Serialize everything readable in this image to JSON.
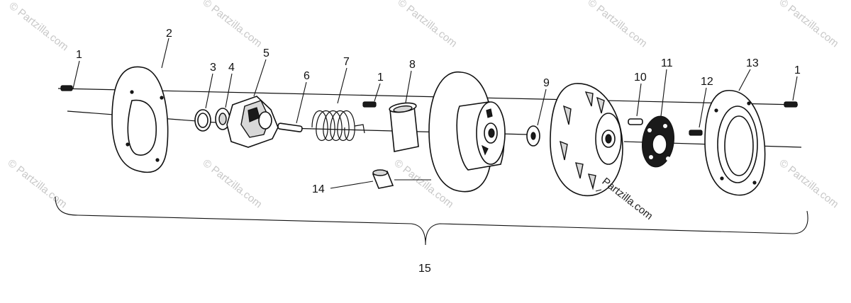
{
  "callouts": {
    "c1a": "1",
    "c2": "2",
    "c3": "3",
    "c4": "4",
    "c5": "5",
    "c6": "6",
    "c7": "7",
    "c1b": "1",
    "c8": "8",
    "c9": "9",
    "c10": "10",
    "c11": "11",
    "c12": "12",
    "c13": "13",
    "c1c": "1",
    "c14": "14",
    "c15": "15"
  },
  "watermark": {
    "text": "© Partzilla.com",
    "overlay_text": "Partzilla.com"
  }
}
